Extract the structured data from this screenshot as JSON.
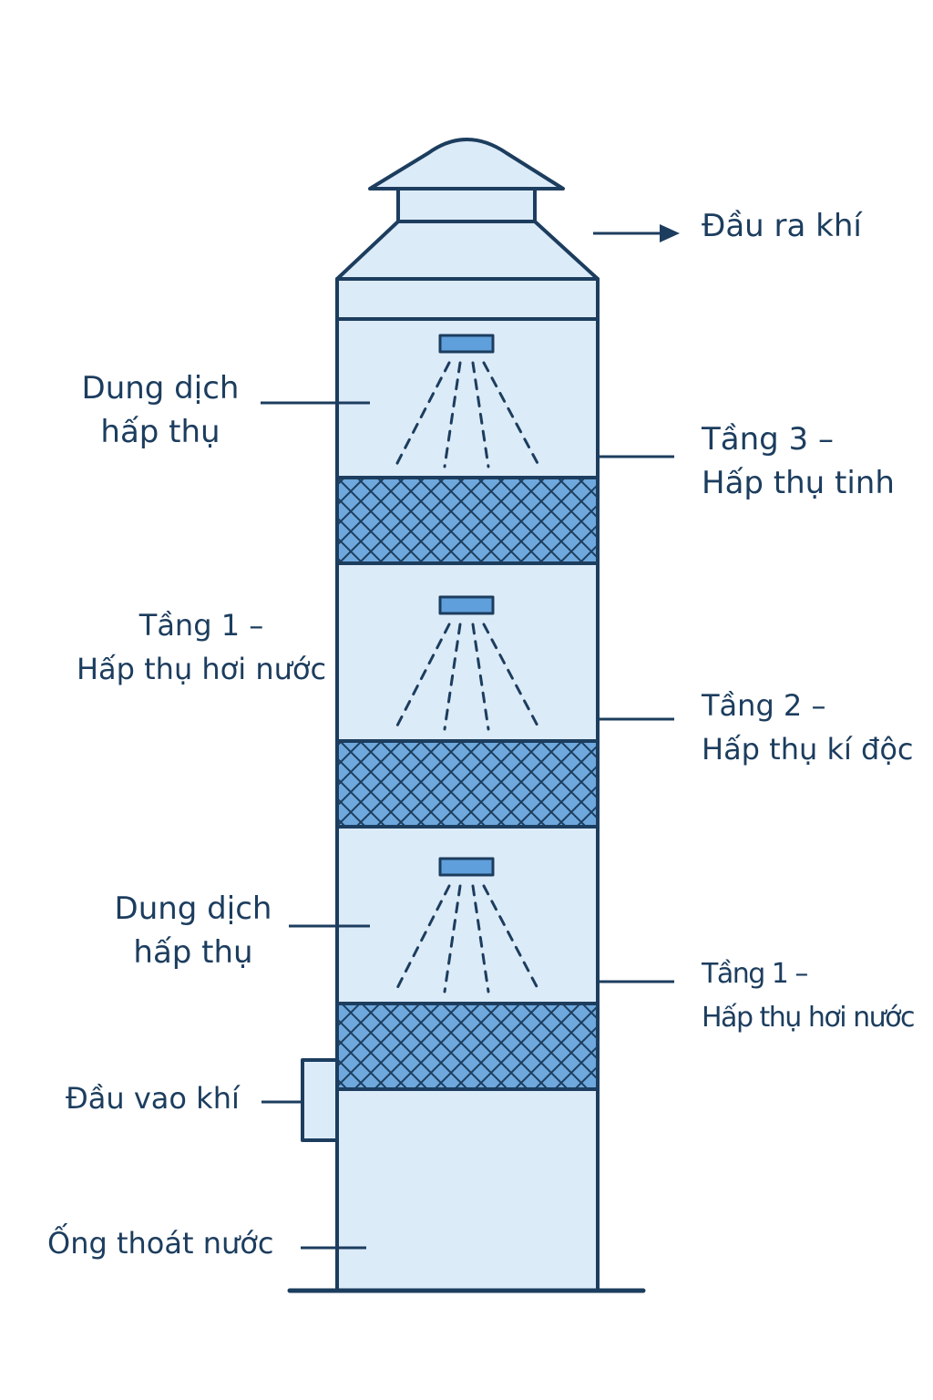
{
  "colors": {
    "outline": "#1c3d5e",
    "body_fill": "#dcebf8",
    "packing_fill": "#6ea8dd",
    "nozzle_fill": "#5f9fdb",
    "text": "#1c3d5e"
  },
  "labels": {
    "outlet": "Đầu ra khí",
    "absorbent_top": {
      "line1": "Dung dịch",
      "line2": "hấp thụ"
    },
    "stage3": {
      "line1": "Tầng 3 –",
      "line2": "Hấp thụ tinh"
    },
    "stage1_left": {
      "line1": "Tầng 1 –",
      "line2": "Hấp thụ hơi nước"
    },
    "stage2": {
      "line1": "Tầng 2 –",
      "line2": "Hấp thụ kí độc"
    },
    "absorbent_bottom": {
      "line1": "Dung dịch",
      "line2": "hấp thụ"
    },
    "stage1_right": {
      "line1": "Tầng 1 –",
      "line2": "Hấp thụ hơi nước"
    },
    "inlet": "Đầu vao khí",
    "drain": "Ống thoát nước"
  }
}
